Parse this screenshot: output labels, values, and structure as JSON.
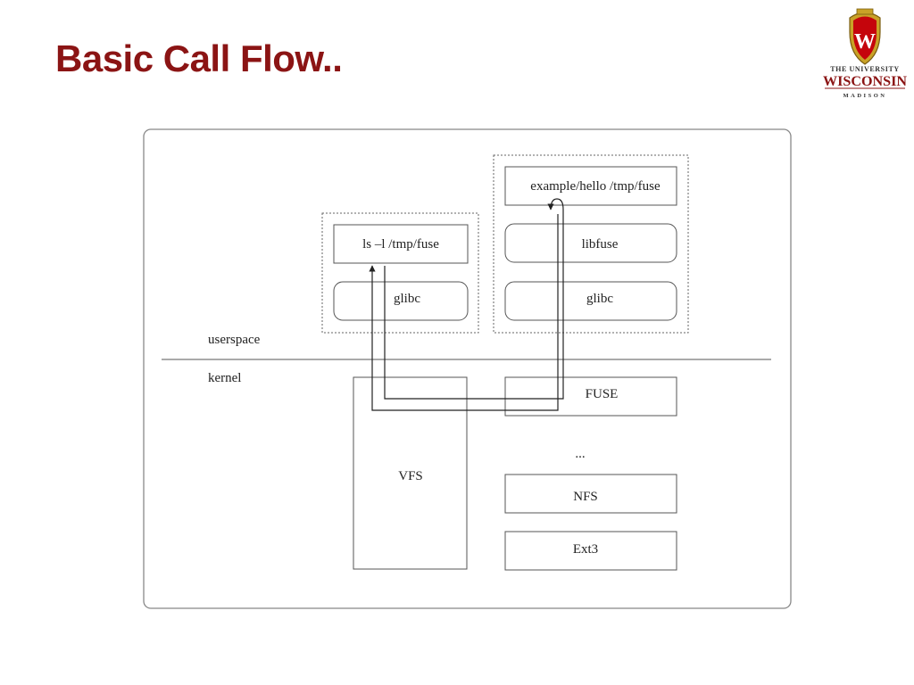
{
  "slide": {
    "title": "Basic Call Flow.."
  },
  "logo": {
    "crest_letter": "W",
    "line1": "THE UNIVERSITY",
    "line2": "WISCONSIN",
    "line3": "MADISON",
    "crest_color": "#c5050c",
    "gold_color": "#c9a227"
  },
  "diagram": {
    "regions": {
      "userspace": "userspace",
      "kernel": "kernel"
    },
    "client": {
      "command": "ls –l /tmp/fuse",
      "glibc": "glibc"
    },
    "daemon": {
      "command": "example/hello /tmp/fuse",
      "libfuse": "libfuse",
      "glibc": "glibc"
    },
    "kernel": {
      "vfs": "VFS",
      "fuse": "FUSE",
      "ellipsis": "...",
      "nfs": "NFS",
      "ext3": "Ext3"
    }
  },
  "colors": {
    "title": "#8b1414",
    "line": "#555555",
    "frame": "#888888",
    "dotted": "#666666"
  }
}
